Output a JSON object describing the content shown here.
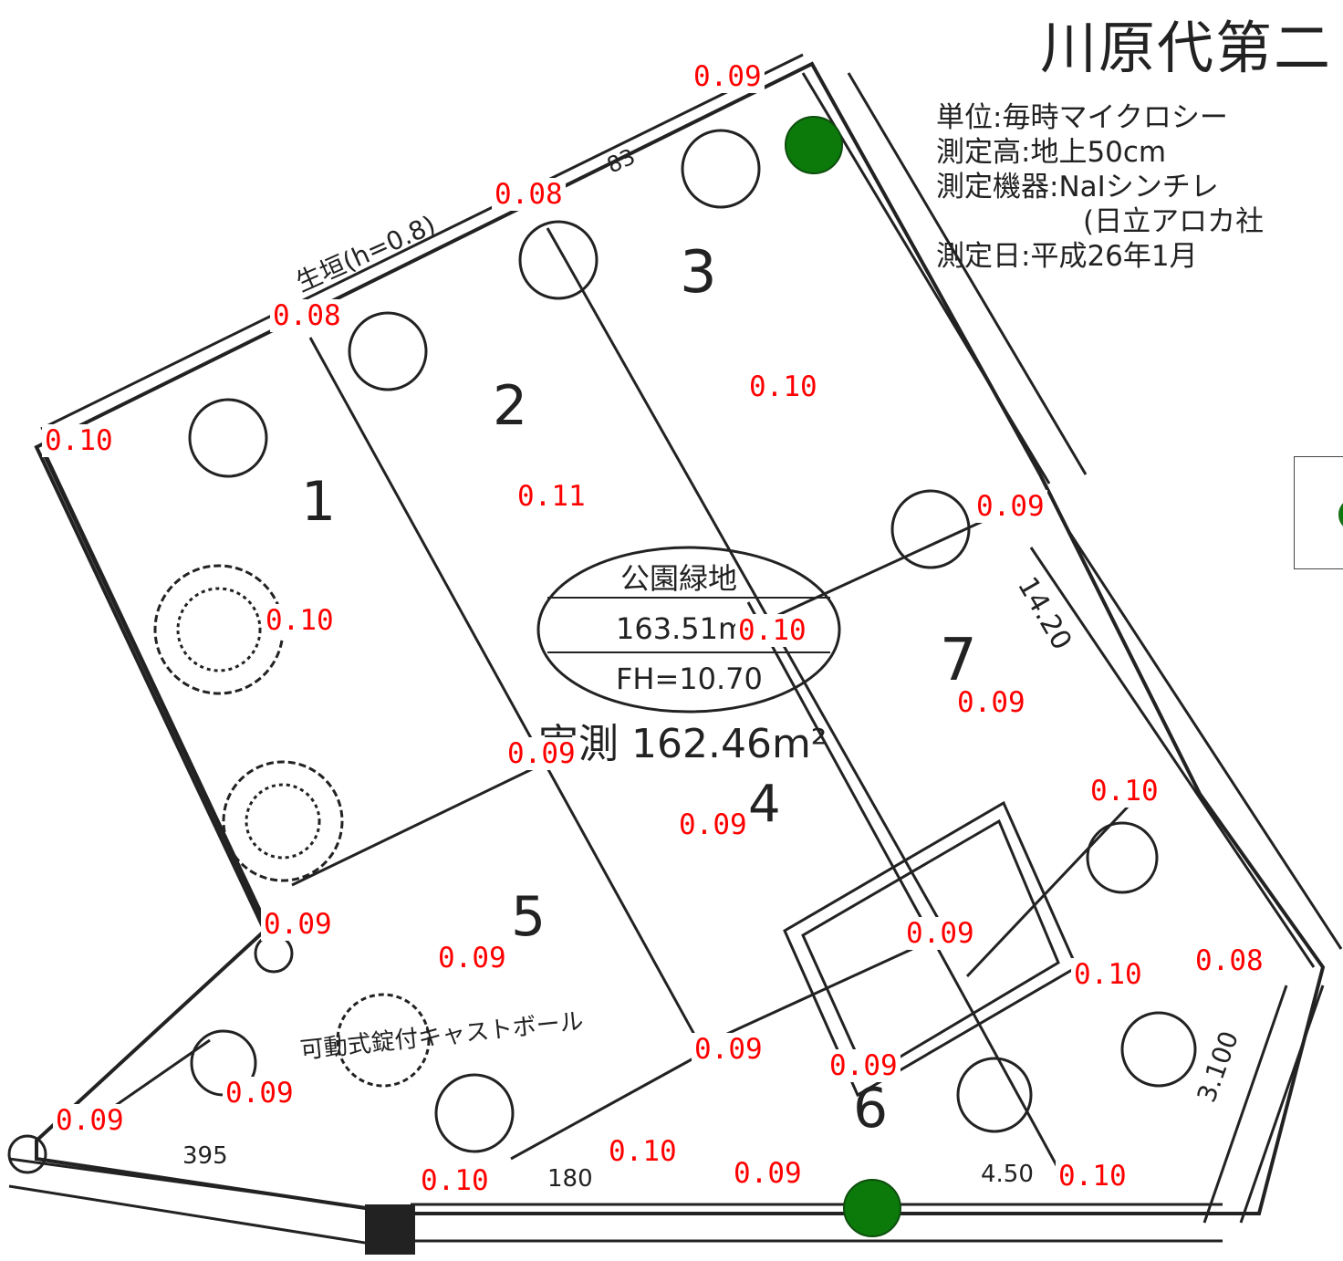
{
  "header": {
    "title": "川原代第二",
    "unit": "単位:毎時マイクロシー",
    "height": "測定高:地上50cm",
    "device": "測定機器:NaIシンチレ",
    "device_maker": "　(日立アロカ社",
    "date": "測定日:平成26年1月"
  },
  "plan_labels": {
    "park": "公園緑地",
    "area": "163.51m",
    "fh": "FH=10.70",
    "lot": "実測 162.46m²",
    "dim_14": "14.20",
    "dim_395": "395",
    "dim_180": "180",
    "dim_450": "4.50",
    "dim_100": "3.100",
    "dim_83": "83",
    "fence": "可動式錠付キャストボール",
    "hedge": "生垣(h=0.8)",
    "num_1": "1",
    "num_2": "2",
    "num_3": "3",
    "num_4": "4",
    "num_5": "5",
    "num_6": "6",
    "num_7": "7"
  },
  "readings": [
    {
      "name": "reading-top",
      "value": "0.09"
    },
    {
      "name": "reading-upper-left-1",
      "value": "0.08"
    },
    {
      "name": "reading-upper-left-2",
      "value": "0.08"
    },
    {
      "name": "reading-left-corner",
      "value": "0.10"
    },
    {
      "name": "reading-zone-3",
      "value": "0.10"
    },
    {
      "name": "reading-zone-2",
      "value": "0.11"
    },
    {
      "name": "reading-right-upper",
      "value": "0.09"
    },
    {
      "name": "reading-left-tree",
      "value": "0.10"
    },
    {
      "name": "reading-center",
      "value": "0.10"
    },
    {
      "name": "reading-zone-7",
      "value": "0.09"
    },
    {
      "name": "reading-mid-left",
      "value": "0.09"
    },
    {
      "name": "reading-right-mid",
      "value": "0.10"
    },
    {
      "name": "reading-zone-4",
      "value": "0.09"
    },
    {
      "name": "reading-left-lower",
      "value": "0.09"
    },
    {
      "name": "reading-zone-5",
      "value": "0.09"
    },
    {
      "name": "reading-inner-right",
      "value": "0.09"
    },
    {
      "name": "reading-right-lower",
      "value": "0.10"
    },
    {
      "name": "reading-right-edge",
      "value": "0.08"
    },
    {
      "name": "reading-bottom-center",
      "value": "0.09"
    },
    {
      "name": "reading-bottom-right-inner",
      "value": "0.09"
    },
    {
      "name": "reading-bottom-left-inner",
      "value": "0.09"
    },
    {
      "name": "reading-bottom-left-corner",
      "value": "0.09"
    },
    {
      "name": "reading-bottom-mid",
      "value": "0.10"
    },
    {
      "name": "reading-bottom-left-edge",
      "value": "0.10"
    },
    {
      "name": "reading-bottom-center-edge",
      "value": "0.09"
    },
    {
      "name": "reading-bottom-right-edge",
      "value": "0.10"
    }
  ],
  "colors": {
    "reading_text": "#ff0000",
    "marker": "#0b7a0b",
    "line": "#222222"
  }
}
